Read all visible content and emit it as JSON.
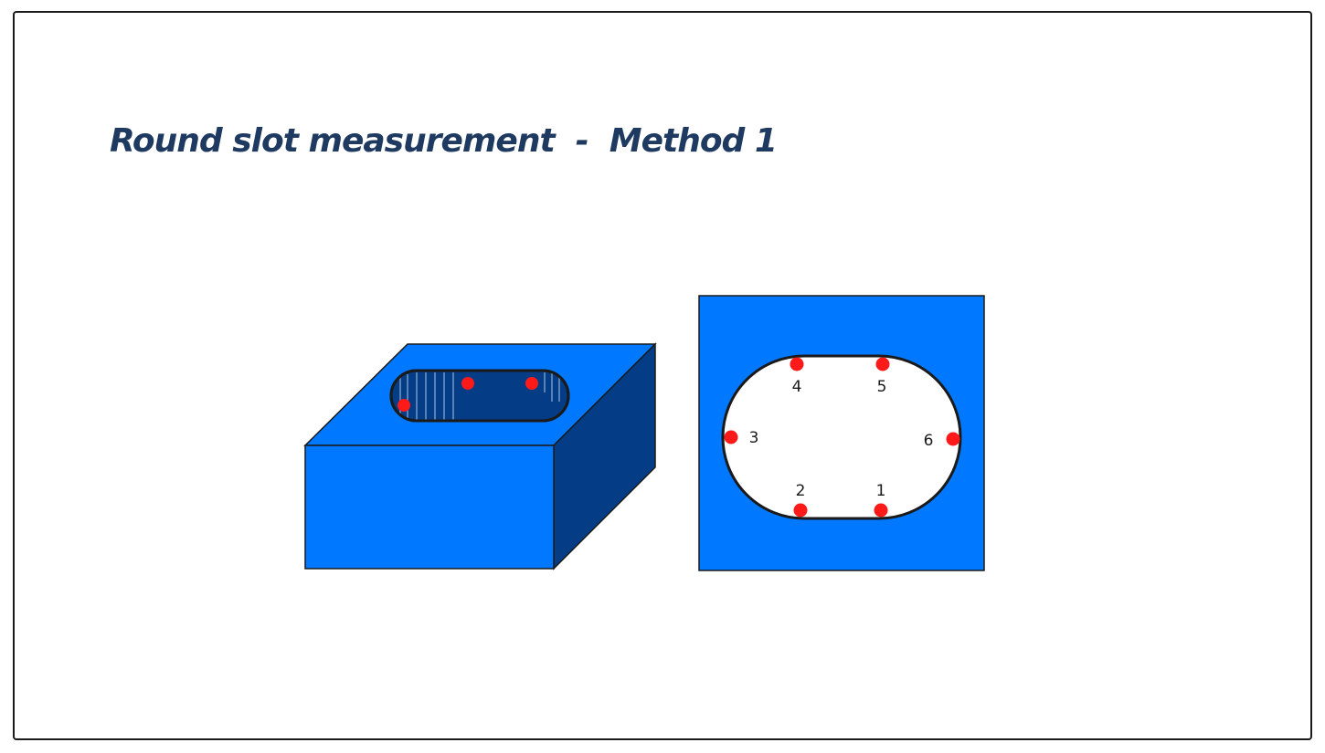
{
  "title": "Round slot measurement  -  Method 1",
  "colors": {
    "block_front": "#0078ff",
    "block_top": "#0078ff",
    "block_side": "#043d85",
    "slot_interior": "#043d85",
    "slot_hatch": "#8fb0d8",
    "slot_face": "#ffffff",
    "point": "#ff1a1a",
    "outline": "#1a1a1a"
  },
  "top_view": {
    "point_labels": [
      "1",
      "2",
      "3",
      "4",
      "5",
      "6"
    ]
  }
}
